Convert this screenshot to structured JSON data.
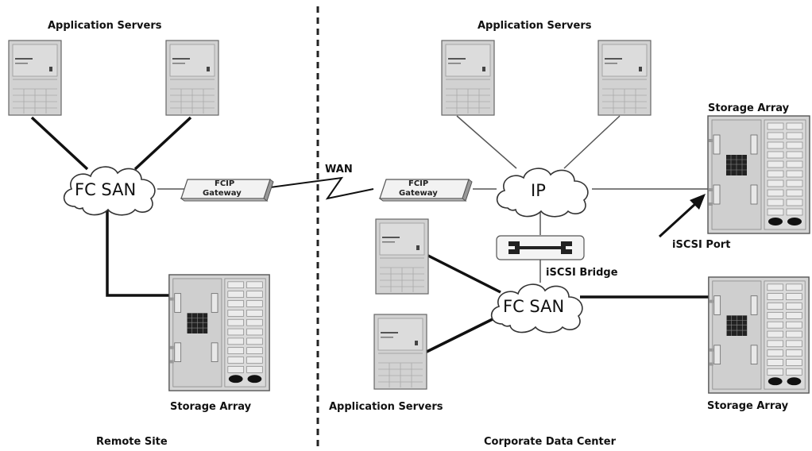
{
  "sections": {
    "remote": "Remote Site",
    "corporate": "Corporate Data Center"
  },
  "labels": {
    "app_servers_remote": "Application Servers",
    "app_servers_corp_top": "Application Servers",
    "app_servers_corp_bottom": "Application Servers",
    "storage_remote": "Storage Array",
    "storage_corp_top": "Storage Array",
    "storage_corp_bottom": "Storage Array",
    "wan": "WAN",
    "iscsi_port": "iSCSI Port",
    "iscsi_bridge": "iSCSI Bridge"
  },
  "clouds": {
    "fc_san_remote": "FC SAN",
    "ip": "IP",
    "fc_san_corp": "FC SAN"
  },
  "gateways": {
    "remote": {
      "line1": "FCIP",
      "line2": "Gateway"
    },
    "corp": {
      "line1": "FCIP",
      "line2": "Gateway"
    }
  },
  "icons": [
    "server-icon",
    "storage-array-icon",
    "cloud-icon",
    "gateway-icon",
    "bridge-icon",
    "arrow-icon"
  ]
}
